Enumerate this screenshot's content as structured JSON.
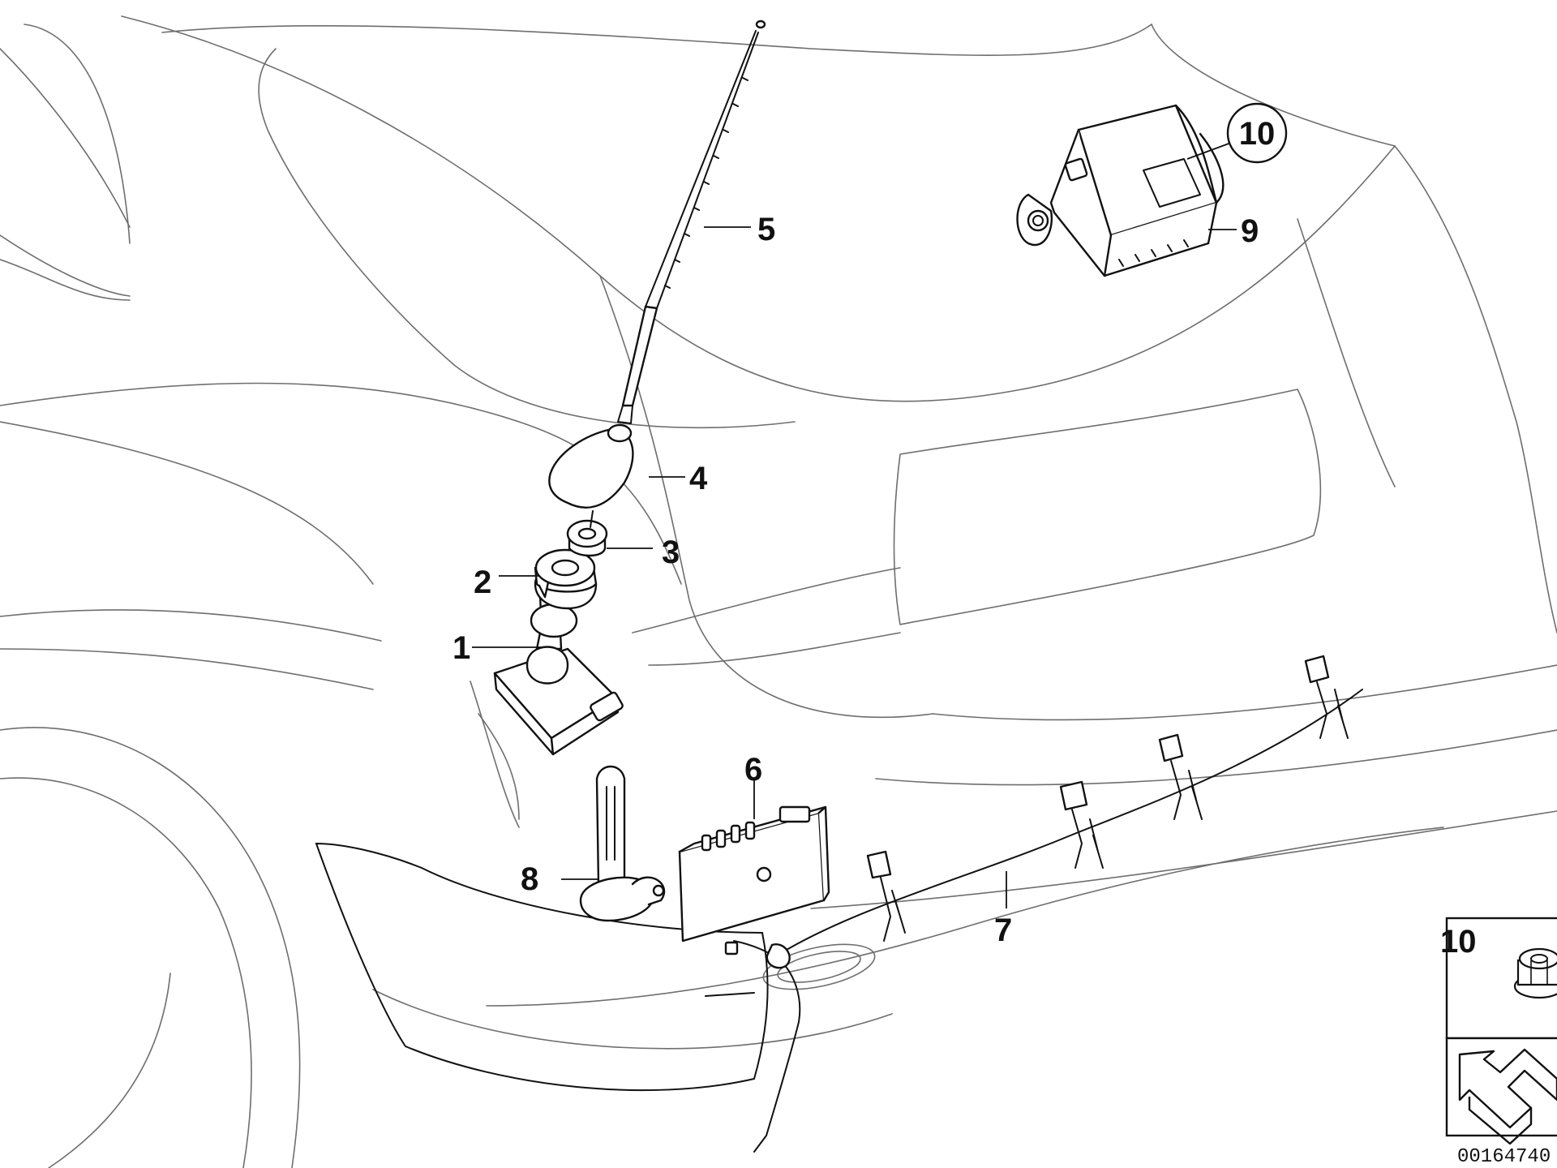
{
  "callouts": {
    "c1": "1",
    "c2": "2",
    "c3": "3",
    "c4": "4",
    "c5": "5",
    "c6": "6",
    "c7": "7",
    "c8": "8",
    "c9": "9",
    "c10": "10"
  },
  "inset": {
    "label": "10"
  },
  "reference_number": "00164740",
  "icons": {
    "inset_part": "flange-nut-icon",
    "inset_symbol": "arrow-symbol-icon"
  }
}
